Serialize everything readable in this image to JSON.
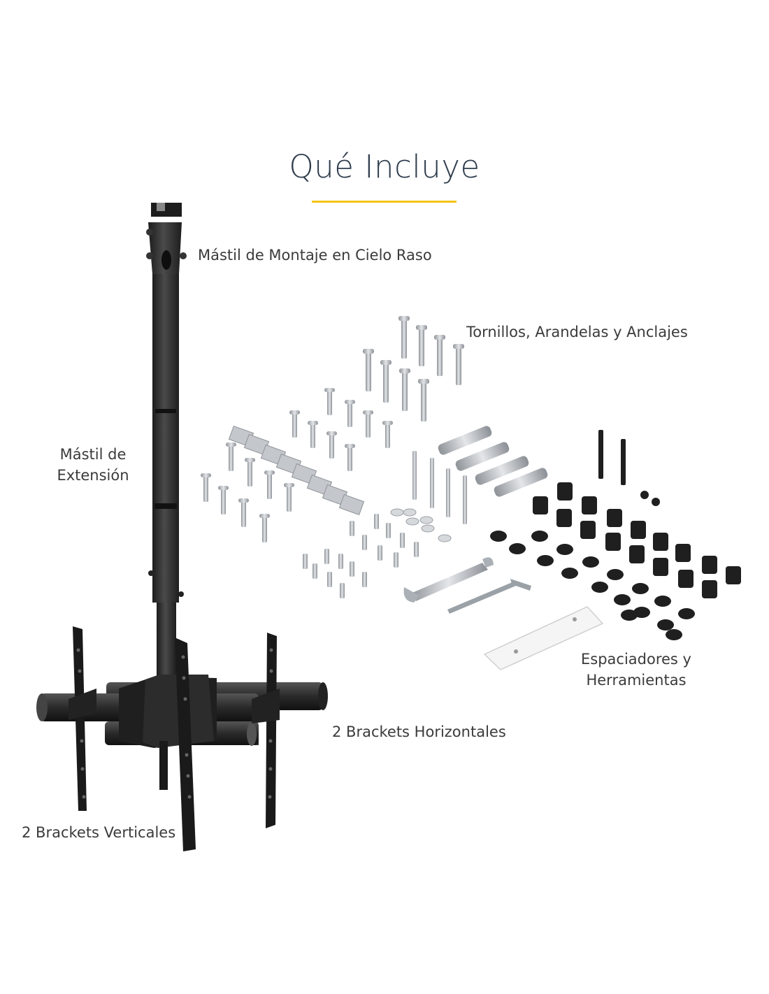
{
  "header": {
    "title": "Qué Incluye",
    "accent_color": "#f2c414"
  },
  "labels": {
    "ceiling_mast": "Mástil de Montaje en Cielo Raso",
    "screws": "Tornillos, Arandelas y Anclajes",
    "extension_line1": "Mástil de",
    "extension_line2": "Extensión",
    "spacers_line1": "Espaciadores y",
    "spacers_line2": "Herramientas",
    "horizontal": "2 Brackets Horizontales",
    "vertical": "2 Brackets Verticales"
  },
  "colors": {
    "metal_dark": "#2b2b2b",
    "metal_silver": "#b8bcc2",
    "text": "#3b3b3b"
  }
}
